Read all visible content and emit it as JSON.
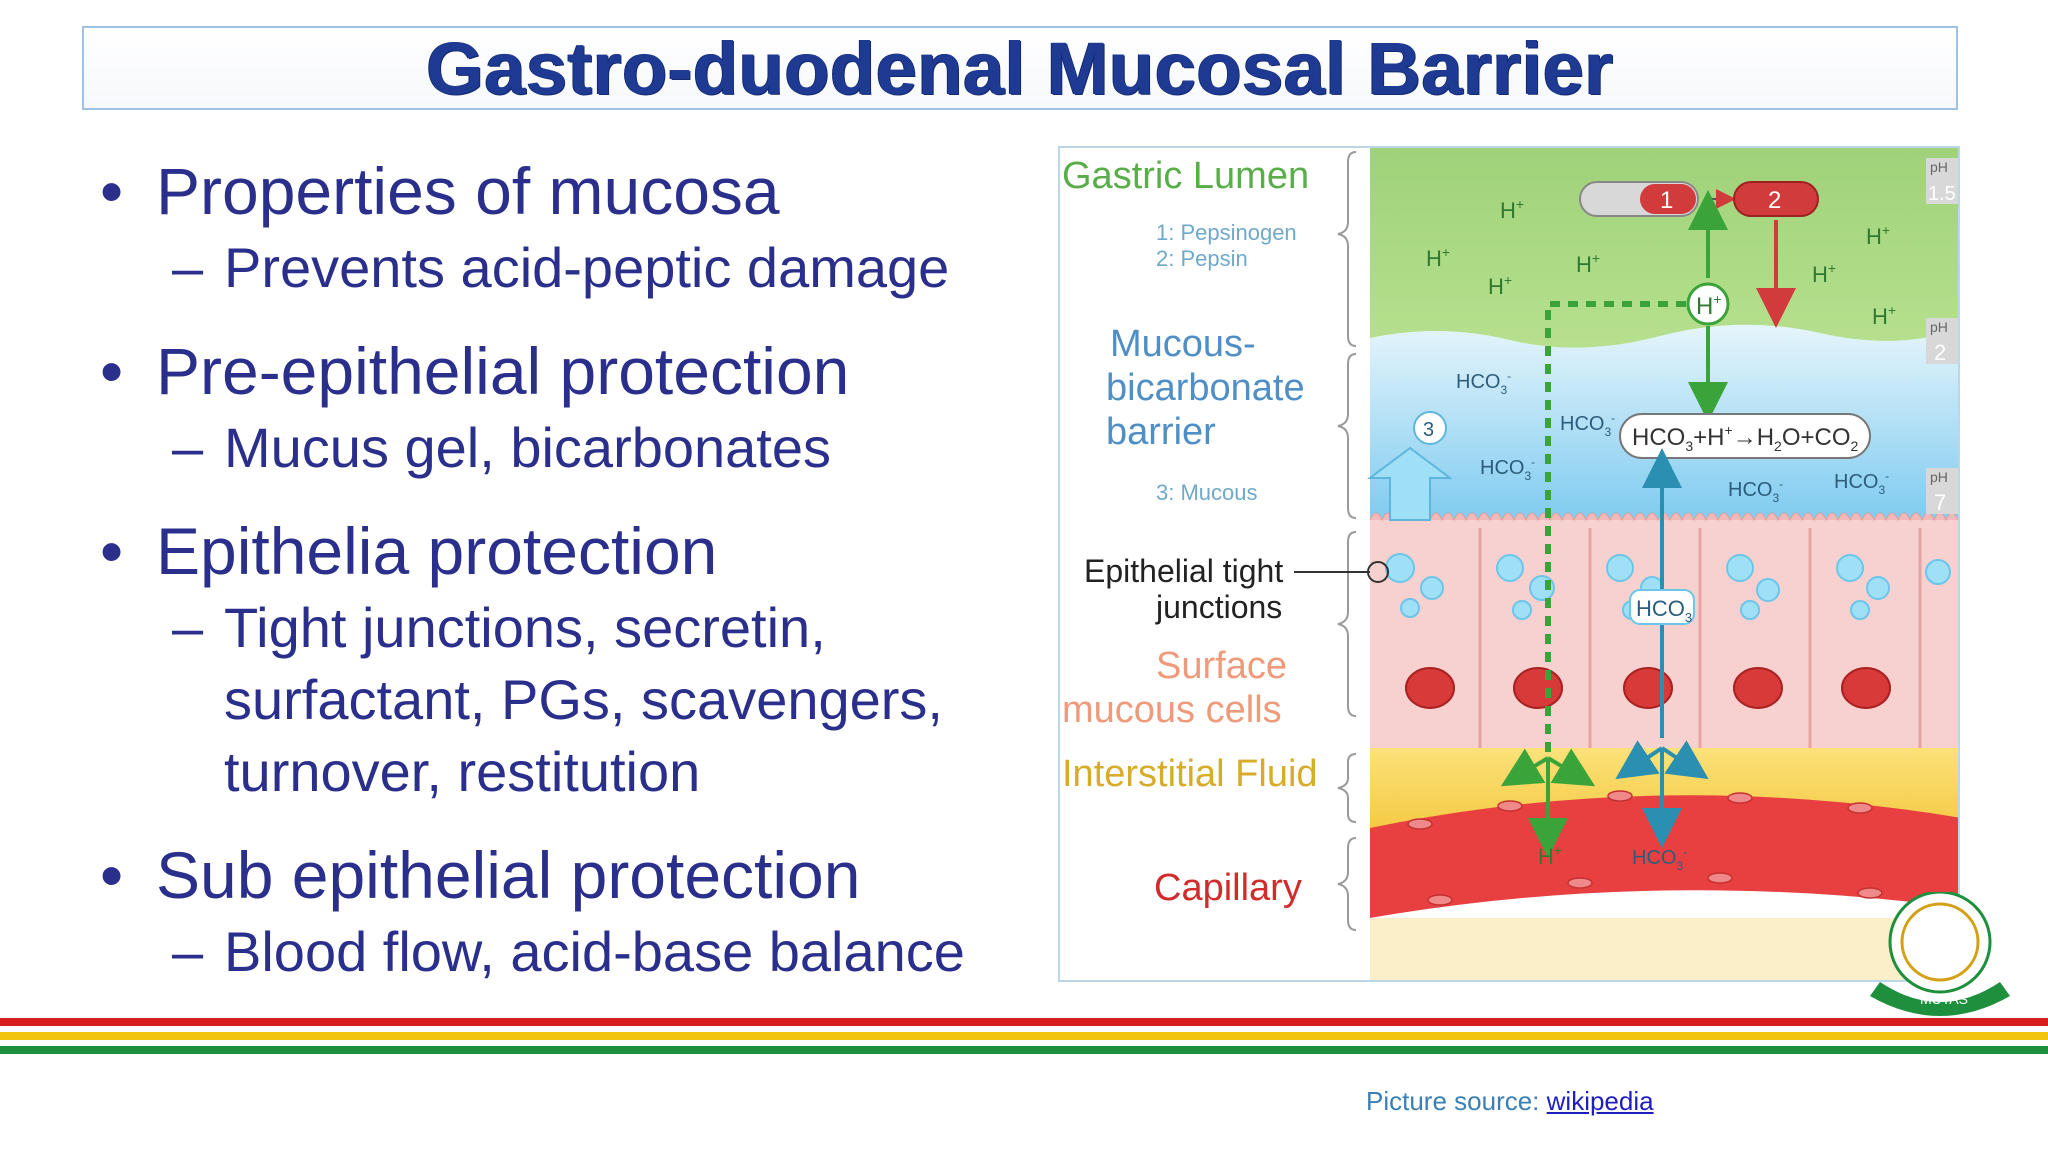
{
  "title": "Gastro-duodenal Mucosal Barrier",
  "bullet_glyph": "•",
  "dash_glyph": "–",
  "bullets": [
    {
      "text": "Properties of mucosa",
      "subs": [
        "Prevents acid-peptic damage"
      ]
    },
    {
      "text": "Pre-epithelial protection",
      "subs": [
        "Mucus gel, bicarbonates"
      ]
    },
    {
      "text": "Epithelia protection",
      "subs": [
        "Tight junctions, secretin,",
        "surfactant, PGs, scavengers,",
        "turnover, restitution"
      ]
    },
    {
      "text": "Sub epithelial protection",
      "subs": [
        "Blood flow, acid-base balance"
      ]
    }
  ],
  "figure": {
    "gastric_lumen": "Gastric Lumen",
    "legend_1": "1: Pepsinogen",
    "legend_2": "2: Pepsin",
    "barrier_1": "Mucous-",
    "barrier_2": "bicarbonate",
    "barrier_3": "barrier",
    "legend_3": "3: Mucous",
    "tight_1": "Epithelial tight",
    "tight_2": "junctions",
    "surface_1": "Surface",
    "surface_2": "mucous cells",
    "interstitial": "Interstitial Fluid",
    "capillary": "Capillary",
    "ph": "pH",
    "ph_values": [
      "1.5",
      "2",
      "7"
    ],
    "h": "H",
    "plus": "+",
    "hco": "HCO",
    "sub3": "3",
    "minus": "-",
    "reaction_part1": "HCO",
    "reaction_part2": "+H",
    "reaction_part3": "→H",
    "reaction_part4": "O+CO",
    "num_1": "1",
    "num_2": "2",
    "num_3": "3",
    "colors": {
      "lumen": "#9fd27a",
      "mucus": "#8fd3f4",
      "epithelium": "#f6c7c7",
      "interstitial": "#f6d55a",
      "capillary": "#ea3a3a"
    }
  },
  "logo_text": "MUTAS",
  "source_label": "Picture source: ",
  "source_link": "wikipedia",
  "stripe_colors": [
    "#d81e1e",
    "#ffffff",
    "#f2c40f",
    "#ffffff",
    "#1e8f3c"
  ]
}
